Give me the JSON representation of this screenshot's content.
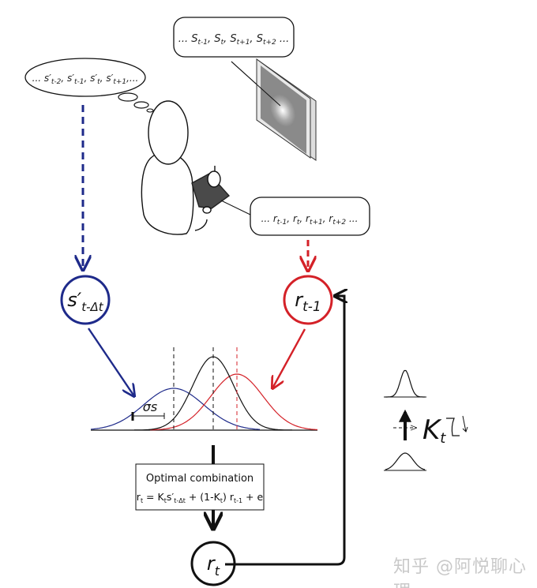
{
  "stimulus_sequence": {
    "prefix": "... ",
    "items": [
      {
        "b": "S",
        "s": "t-1"
      },
      {
        "b": "S",
        "s": "t"
      },
      {
        "b": "S",
        "s": "t+1"
      },
      {
        "b": "S",
        "s": "t+2"
      }
    ],
    "suffix": " ..."
  },
  "percept_sequence": {
    "prefix": "... ",
    "items": [
      {
        "b": "s′",
        "s": "t-2"
      },
      {
        "b": "s′",
        "s": "t-1"
      },
      {
        "b": "s′",
        "s": "t"
      },
      {
        "b": "s′",
        "s": "t+1"
      }
    ],
    "suffix": ",..."
  },
  "response_sequence": {
    "prefix": "... ",
    "items": [
      {
        "b": "r",
        "s": "t-1"
      },
      {
        "b": "r",
        "s": "t"
      },
      {
        "b": "r",
        "s": "t+1"
      },
      {
        "b": "r",
        "s": "t+2"
      }
    ],
    "suffix": " ..."
  },
  "nodes": {
    "percept": {
      "b": "s′",
      "s": "t-Δt",
      "color": "#1e2a8a"
    },
    "previous_response": {
      "b": "r",
      "s": "t-1",
      "color": "#d42128"
    },
    "current_response": {
      "b": "r",
      "s": "t",
      "color": "#111111"
    }
  },
  "sigma_label": "σs",
  "combination_box": {
    "title": "Optimal combination",
    "formula": [
      {
        "b": "r",
        "s": "t"
      },
      {
        "t": " =  "
      },
      {
        "b": "K",
        "s": "t"
      },
      {
        "b": "s′",
        "s": "t-Δt"
      },
      {
        "t": " + (1-"
      },
      {
        "b": "K",
        "s": "t"
      },
      {
        "t": ") "
      },
      {
        "b": "r",
        "s": "t-1"
      },
      {
        "t": " + "
      },
      {
        "b": "e"
      }
    ]
  },
  "gain": {
    "b": "K",
    "s": "t"
  },
  "colors": {
    "blue": "#1e2a8a",
    "red": "#d42128",
    "black": "#111111"
  },
  "watermark": "知乎 @阿悦聊心理"
}
